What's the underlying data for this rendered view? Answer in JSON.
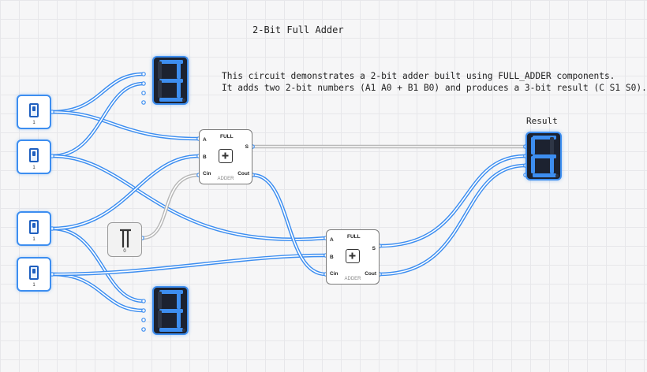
{
  "canvas": {
    "title": "2-Bit Full Adder",
    "description": "This circuit demonstrates a 2-bit adder built using FULL_ADDER components.\nIt adds two 2-bit numbers (A1 A0 + B1 B0) and produces a 3-bit result (C S1 S0).",
    "result_label": "Result"
  },
  "switches": [
    {
      "value": "1"
    },
    {
      "value": "1"
    },
    {
      "value": "1"
    },
    {
      "value": "1"
    }
  ],
  "constant": {
    "value": "0"
  },
  "adders": [
    {
      "top_label": "FULL",
      "bottom_label": "ADDER",
      "pins": {
        "a": "A",
        "b": "B",
        "cin": "Cin",
        "s": "S",
        "cout": "Cout"
      }
    },
    {
      "top_label": "FULL",
      "bottom_label": "ADDER",
      "pins": {
        "a": "A",
        "b": "B",
        "cin": "Cin",
        "s": "S",
        "cout": "Cout"
      }
    }
  ],
  "displays": [
    {
      "digit": "3"
    },
    {
      "digit": "3"
    },
    {
      "digit": "6"
    }
  ],
  "colors": {
    "wire_active": "#3d8ef0",
    "wire_inactive": "#b8b8b8",
    "segment_on": "#3d8ef0",
    "segment_off": "#2e3646",
    "display_bg": "#1c2230"
  }
}
